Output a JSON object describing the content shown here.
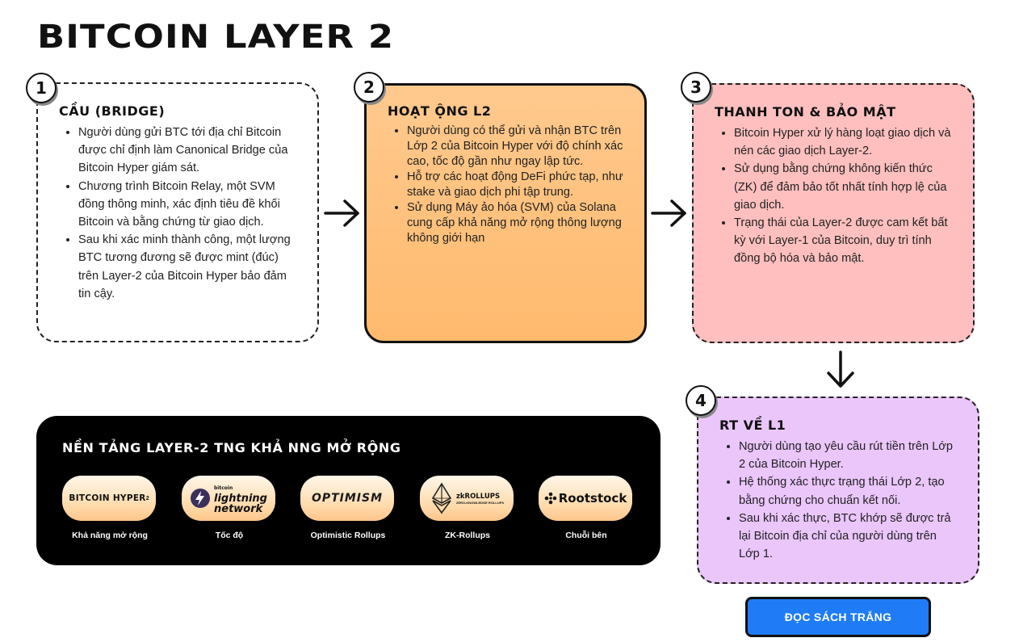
{
  "page": {
    "title": "BITCOIN LAYER 2"
  },
  "cards": [
    {
      "number": "1",
      "heading": "CẦU (BRIDGE)",
      "items": [
        "Người dùng gửi BTC tới địa chỉ Bitcoin được chỉ định làm Canonical Bridge của Bitcoin Hyper giám sát.",
        "Chương trình Bitcoin Relay, một SVM đồng thông minh, xác định tiêu đề khối Bitcoin và bằng chứng từ giao dịch.",
        "Sau khi xác minh thành công, một lượng BTC tương đương sẽ được mint (đúc) trên Layer-2 của Bitcoin Hyper bảo đảm tin cậy."
      ]
    },
    {
      "number": "2",
      "heading": "HOẠT ỘNG L2",
      "items": [
        "Người dùng có thể gửi và nhận BTC trên Lớp 2 của Bitcoin Hyper với độ chính xác cao, tốc độ gần như ngay lập tức.",
        "Hỗ trợ các hoạt động DeFi phức tạp, như stake và giao dịch phi tập trung.",
        "Sử dụng Máy ảo hóa (SVM) của Solana cung cấp khả năng mở rộng thông lượng không giới hạn"
      ]
    },
    {
      "number": "3",
      "heading": "THANH TON & BẢO MẬT",
      "items": [
        "Bitcoin Hyper xử lý hàng loạt giao dịch và nén các giao dịch Layer-2.",
        "Sử dụng bằng chứng không kiến thức (ZK) để đảm bảo tốt nhất tính hợp lệ của giao dịch.",
        "Trạng thái của Layer-2 được cam kết bất kỳ với Layer-1 của Bitcoin, duy trì tính đồng bộ hóa và bảo mật."
      ]
    },
    {
      "number": "4",
      "heading": "RT VỀ L1",
      "items": [
        "Người dùng tạo yêu cầu rút tiền trên Lớp 2 của Bitcoin Hyper.",
        "Hệ thống xác thực trạng thái Lớp 2, tạo bằng chứng cho chuẩn kết nối.",
        "Sau khi xác thực, BTC khớp sẽ được trả lại Bitcoin địa chỉ của người dùng trên Lớp 1."
      ]
    }
  ],
  "platforms": {
    "title": "NỀN TẢNG LAYER-2 TNG KHẢ NNG MỞ RỘNG",
    "items": [
      {
        "logo": "BITCOIN HYPER",
        "logo_sup": "2",
        "caption": "Khả năng mở rộng",
        "icon": "bitcoin-hyper-logo"
      },
      {
        "logo_top": "bitcoin",
        "logo": "lightning",
        "logo_line2": "network",
        "caption": "Tốc độ",
        "icon": "lightning-bolt-icon"
      },
      {
        "logo": "OPTIMISM",
        "caption": "Optimistic Rollups",
        "icon": "optimism-logo"
      },
      {
        "logo": "zkROLLUPS",
        "logo_sub": "ZERO-KNOWLEDGE ROLLUPS",
        "caption": "ZK-Rollups",
        "icon": "ethereum-diamond-icon"
      },
      {
        "logo": "Rootstock",
        "caption": "Chuỗi bên",
        "icon": "rootstock-logo-icon"
      }
    ]
  },
  "cta": {
    "label": "ĐỌC SÁCH TRẮNG"
  },
  "colors": {
    "card2": "#ffba6e",
    "card3": "#ffbfbf",
    "card4": "#ebc6fb",
    "cta": "#1f7cf6",
    "panel": "#000000"
  }
}
